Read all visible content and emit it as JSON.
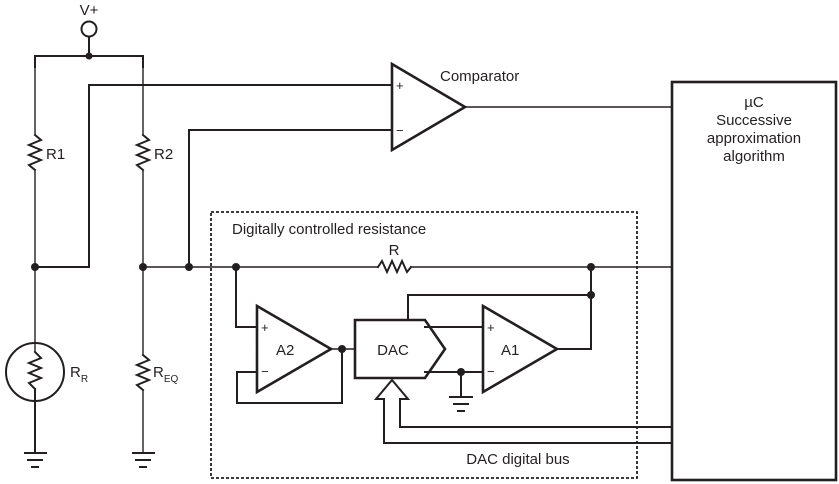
{
  "diagram": {
    "supply_label": "V+",
    "resistors": {
      "r1": "R1",
      "r2": "R2",
      "rr_main": "R",
      "rr_sub": "R",
      "req_main": "R",
      "req_sub": "EQ",
      "r_feedback": "R"
    },
    "comparator": {
      "label": "Comparator",
      "plus": "+",
      "minus": "−"
    },
    "microcontroller": {
      "line1": "µC",
      "line2": "Successive",
      "line3": "approximation",
      "line4": "algorithm"
    },
    "digital_resistance_box": {
      "title": "Digitally controlled resistance"
    },
    "amplifiers": {
      "a2": {
        "label": "A2",
        "plus": "+",
        "minus": "−"
      },
      "a1": {
        "label": "A1",
        "plus": "+",
        "minus": "−"
      }
    },
    "dac": {
      "label": "DAC"
    },
    "bus": {
      "label": "DAC digital bus"
    },
    "colors": {
      "ink": "#231f20",
      "background": "#ffffff"
    }
  }
}
